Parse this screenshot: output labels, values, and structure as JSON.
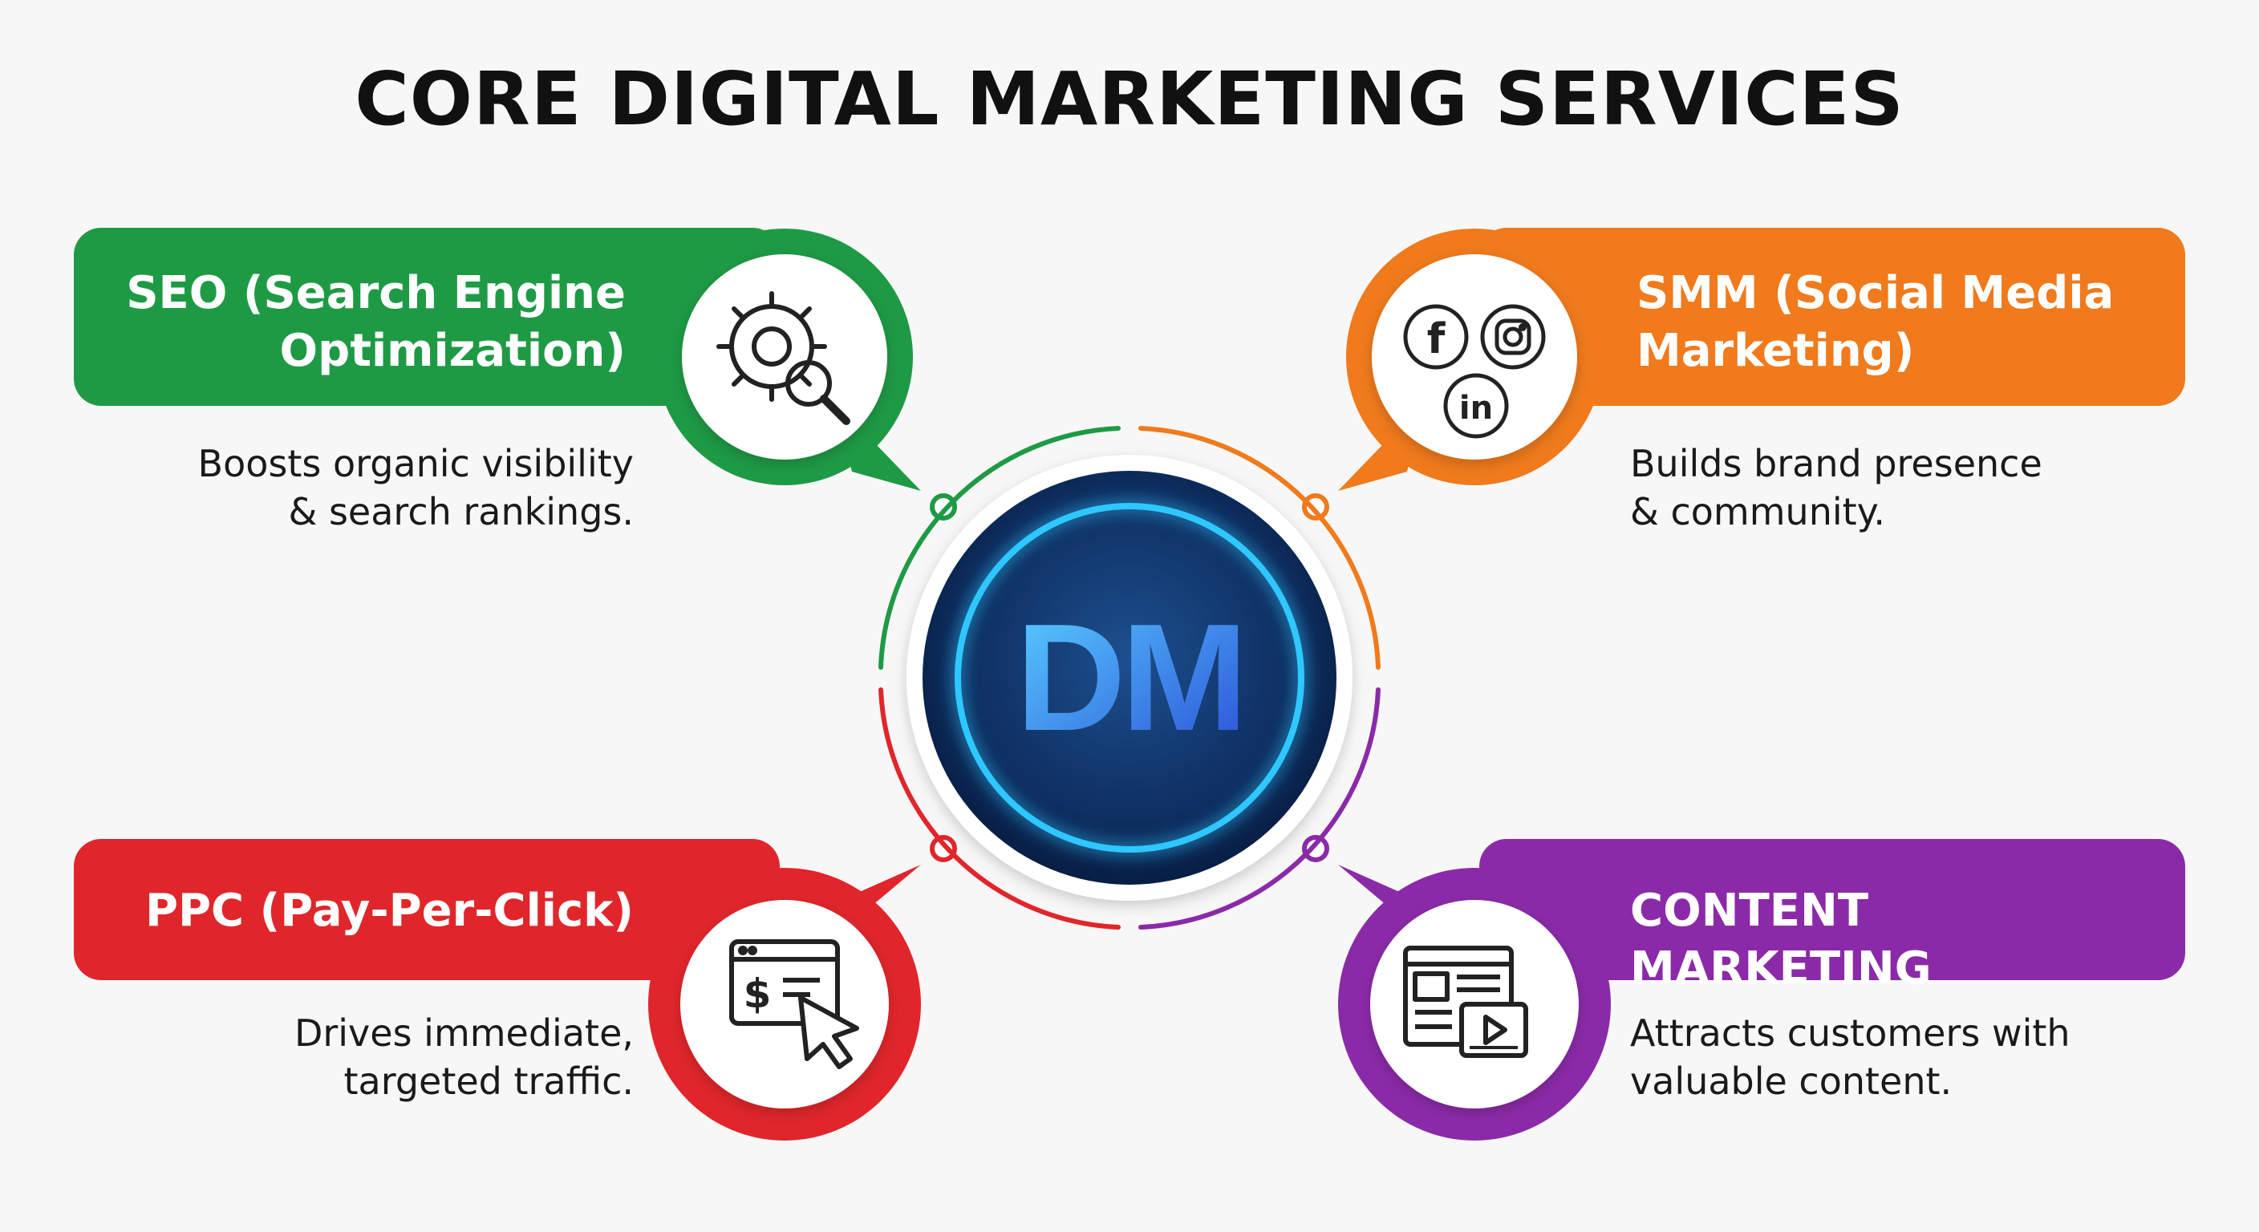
{
  "title": "CORE DIGITAL MARKETING SERVICES",
  "center_logo": {
    "text": "DM",
    "name": "dm-logo"
  },
  "colors": {
    "seo": "#1e9a45",
    "smm": "#f07a1c",
    "ppc": "#e0262b",
    "content": "#8b2aa8",
    "hub_dark": "#0b2a55",
    "hub_glow": "#2fc7ff",
    "logo_light": "#5ad0ff",
    "logo_dark": "#2b4fd8"
  },
  "services": {
    "seo": {
      "title_line1": "SEO (Search Engine",
      "title_line2": "Optimization)",
      "desc_line1": "Boosts organic visibility",
      "desc_line2": "& search rankings.",
      "icon": "gear-magnifier-icon"
    },
    "smm": {
      "title_line1": "SMM (Social Media",
      "title_line2": "Marketing)",
      "desc_line1": "Builds brand presence",
      "desc_line2": "& community.",
      "icon": "social-media-icons"
    },
    "ppc": {
      "title_line1": "PPC (Pay-Per-Click)",
      "desc_line1": "Drives immediate,",
      "desc_line2": "targeted traffic.",
      "icon": "browser-dollar-cursor-icon"
    },
    "content": {
      "title_line1": "CONTENT MARKETING",
      "desc_line1": "Attracts customers with",
      "desc_line2": "valuable content.",
      "icon": "article-video-icon"
    }
  }
}
